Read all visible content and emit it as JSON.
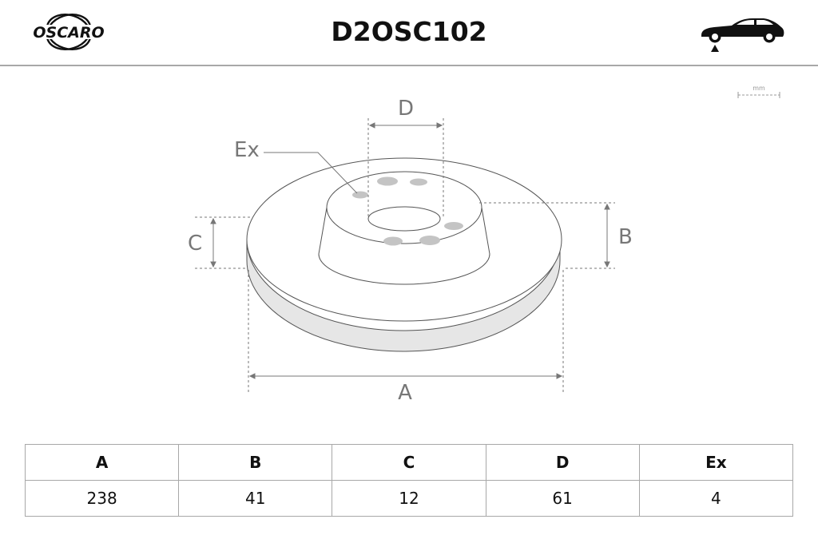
{
  "header": {
    "logo_text": "OSCARO",
    "part_code": "D2OSC102",
    "car_icon": "car-side-with-wheel-marker-icon"
  },
  "unit": {
    "label": "mm"
  },
  "diagram": {
    "labels": {
      "A": "A",
      "B": "B",
      "C": "C",
      "D": "D",
      "Ex": "Ex"
    }
  },
  "table": {
    "headers": [
      "A",
      "B",
      "C",
      "D",
      "Ex"
    ],
    "values": [
      "238",
      "41",
      "12",
      "61",
      "4"
    ]
  },
  "colors": {
    "text": "#111111",
    "rule": "#a8a8a8",
    "dim": "#777777",
    "edge_fill": "#e6e6e6",
    "hole_fill": "#c4c4c4"
  }
}
